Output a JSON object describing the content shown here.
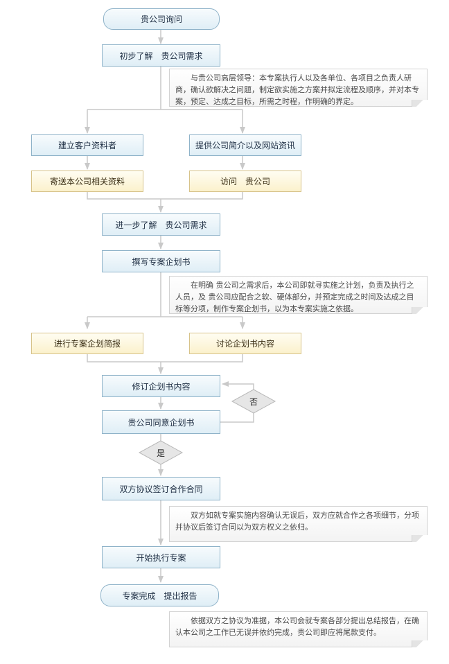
{
  "steps": {
    "inquiry": "贵公司询问",
    "first_understanding": "初步了解　贵公司需求",
    "build_client_profile": "建立客户资料者",
    "company_intro": "提供公司简介以及网站资讯",
    "send_materials": "寄送本公司相关资料",
    "visit": "访问　贵公司",
    "further_understanding": "进一步了解　贵公司需求",
    "write_plan": "撰写专案企划书",
    "plan_briefing": "进行专案企划简报",
    "discuss_plan": "讨论企划书内容",
    "revise_plan": "修订企划书内容",
    "agree_plan": "贵公司同意企划书",
    "sign_contract": "双方协议签订合作合同",
    "start_project": "开始执行专案",
    "complete_report": "专案完成　提出报告"
  },
  "decisions": {
    "no": "否",
    "yes": "是"
  },
  "notes": {
    "note1": "与贵公司高层领导：本专案执行人以及各单位、各项目之负责人研商，确认欲解决之问题，制定欲实施之方案并拟定流程及顺序，并对本专案，预定、达成之目标，所需之时程，作明确的界定。",
    "note2": "在明确 贵公司之需求后，本公司即就寻实施之计划，负责及执行之人员，及 贵公司应配合之软、硬体部分，并预定完成之时间及达成之目标等分项，制作专案企划书，以为本专案实施之依据。",
    "note3": "双方如就专案实施内容确认无误后，双方应就合作之各项细节，分项并协议后签订合同以为双方权义之依归。",
    "note4": "依据双方之协议为准据，本公司会就专案各部分提出总结报告，在确认本公司之工作已无误并依约完成，贵公司即应将尾款支付。"
  },
  "colors": {
    "connector": "#c9c9c9",
    "blue_node_border": "#8fb3c9",
    "yellow_node_border": "#d7c38a",
    "diamond_fill": "#e6e6e6"
  }
}
